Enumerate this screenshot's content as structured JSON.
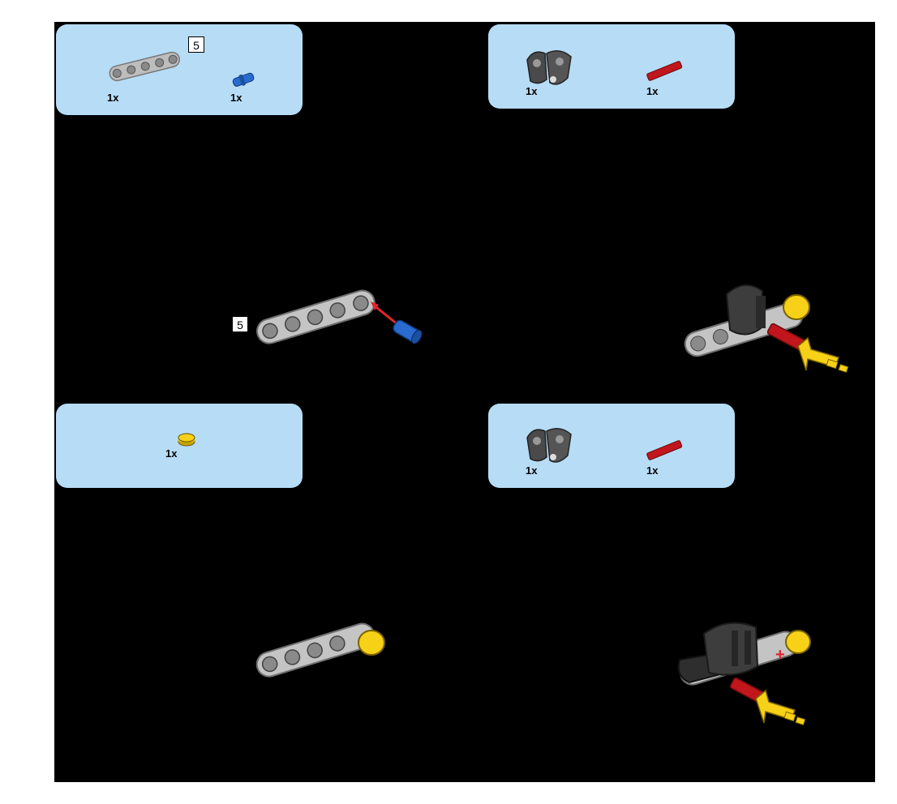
{
  "steps": [
    {
      "parts": [
        {
          "name": "gray beam 5",
          "qty": "1x",
          "length_label": "5",
          "color": "#b9b9b9"
        },
        {
          "name": "blue pin",
          "qty": "1x",
          "color": "#1f5fbf"
        }
      ],
      "model_length_label": "5"
    },
    {
      "parts": [
        {
          "name": "dark connector",
          "qty": "1x",
          "color": "#3a3a3a"
        },
        {
          "name": "red axle",
          "qty": "1x",
          "color": "#c0161c"
        }
      ]
    },
    {
      "parts": [
        {
          "name": "yellow cap",
          "qty": "1x",
          "color": "#f7d117"
        }
      ]
    },
    {
      "parts": [
        {
          "name": "dark connector",
          "qty": "1x",
          "color": "#3a3a3a"
        },
        {
          "name": "red axle",
          "qty": "1x",
          "color": "#c0161c"
        }
      ]
    }
  ],
  "colors": {
    "page_background": "#000000",
    "callout_background": "#b7dcf5",
    "arrow": "#f7d117",
    "insert_arrow": "#e0262c"
  }
}
